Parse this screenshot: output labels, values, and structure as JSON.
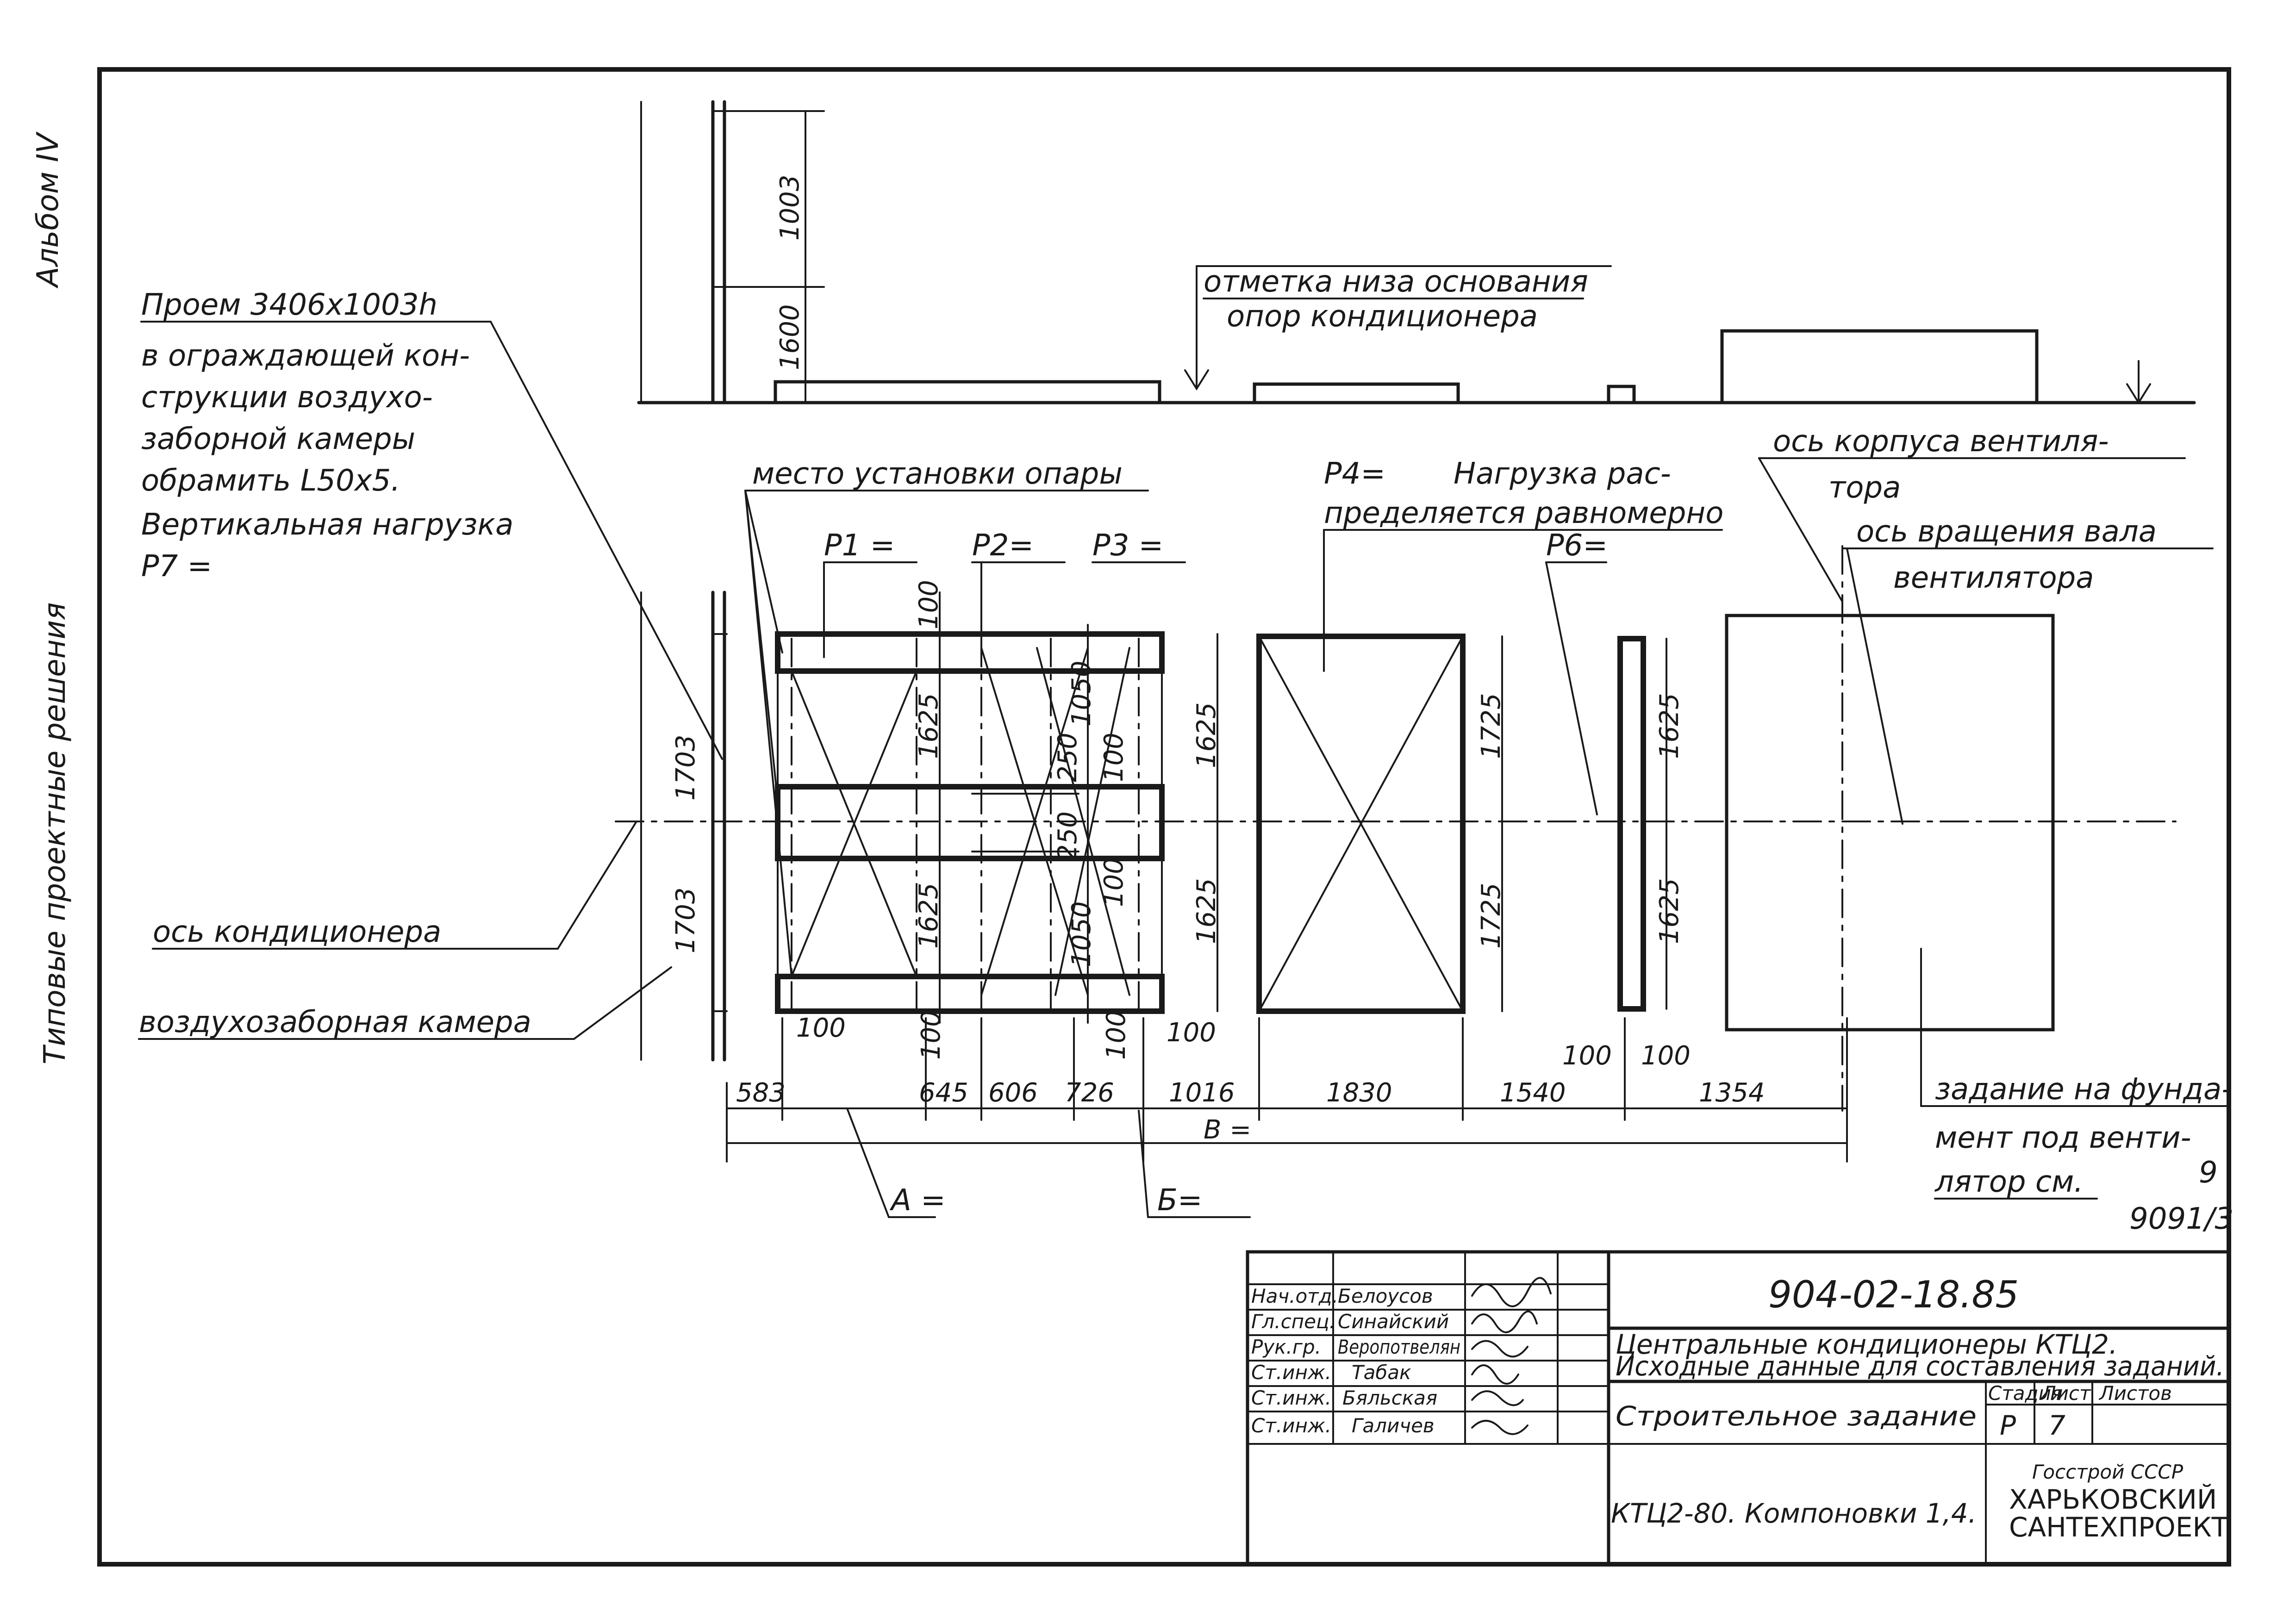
{
  "sheet": {
    "side_album": "Альбом IV",
    "side_solutions": "Типовые проектные решения"
  },
  "elevation": {
    "dim_1003": "1003",
    "dim_1600": "1600",
    "base_mark_line1": "отметка низа основания",
    "base_mark_line2": "опор кондиционера"
  },
  "notes": {
    "opening_line1": "Проем 3406x1003h",
    "opening_line2": "в ограждающей кон-",
    "opening_line3": "струкции воздухо-",
    "opening_line4": "заборной камеры",
    "opening_line5": "обрамить L50x5.",
    "opening_line6": "Вертикальная нагрузка",
    "opening_line7": "P7 =",
    "support_place": "место установки опары",
    "p4": "P4=",
    "load_line1": "Нагрузка рас-",
    "load_line2": "пределяется равномерно",
    "fan_body_axis1": "ось корпуса вентиля-",
    "fan_body_axis2": "тора",
    "fan_shaft_axis1": "ось вращения вала",
    "fan_shaft_axis2": "вентилятора",
    "conditioner_axis": "ось кондиционера",
    "intake_chamber": "воздухозаборная камера",
    "foundation1": "задание на фунда-",
    "foundation2": "мент под венти-",
    "foundation3": "лятор см.",
    "ref_num": "9",
    "ref_den": "9091/3"
  },
  "plan": {
    "p1": "P1 =",
    "p2": "P2=",
    "p3": "P3 =",
    "p6": "P6=",
    "a": "A =",
    "b": "Б=",
    "v": "B =",
    "d1703a": "1703",
    "d1703b": "1703",
    "d100a": "100",
    "d1625a": "1625",
    "d1625b": "1625",
    "d250a": "250",
    "d1050a": "1050",
    "d100b": "100",
    "d250b": "250",
    "d1050b": "1050",
    "d100c": "100",
    "d1625c": "1625",
    "d1625d": "1625",
    "d1725a": "1725",
    "d1725b": "1725",
    "d1625e": "1625",
    "d1625f": "1625",
    "d100d": "100",
    "d100e": "100",
    "d100f": "100",
    "d100g": "100",
    "d100h": "100",
    "d100i": "100",
    "d583": "583",
    "d645": "645",
    "d606": "606",
    "d726": "726",
    "d1016": "1016",
    "d1830": "1830",
    "d1540": "1540",
    "d1354": "1354"
  },
  "title_block": {
    "roles": [
      "Нач.отд.",
      "Гл.спец.",
      "Рук.гр.",
      "Ст.инж.",
      "Ст.инж.",
      "Ст.инж."
    ],
    "names": [
      "Белоусов",
      "Синайский",
      "Веропотвелян",
      "Табак",
      "Бяльская",
      "Галичев"
    ],
    "doc_number": "904-02-18.85",
    "title_line1": "Центральные кондиционеры КТЦ2.",
    "title_line2": "Исходные данные для составления заданий.",
    "sheet_title": "Строительное задание",
    "stage_label": "Стадия",
    "sheet_label": "Лист",
    "sheets_label": "Листов",
    "stage_value": "Р",
    "sheet_value": "7",
    "sheets_value": "",
    "drawing": "КТЦ2-80. Компоновки 1,4.",
    "org1": "Госстрой СССР",
    "org2": "ХАРЬКОВСКИЙ",
    "org3": "САНТЕХПРОЕКТ"
  }
}
